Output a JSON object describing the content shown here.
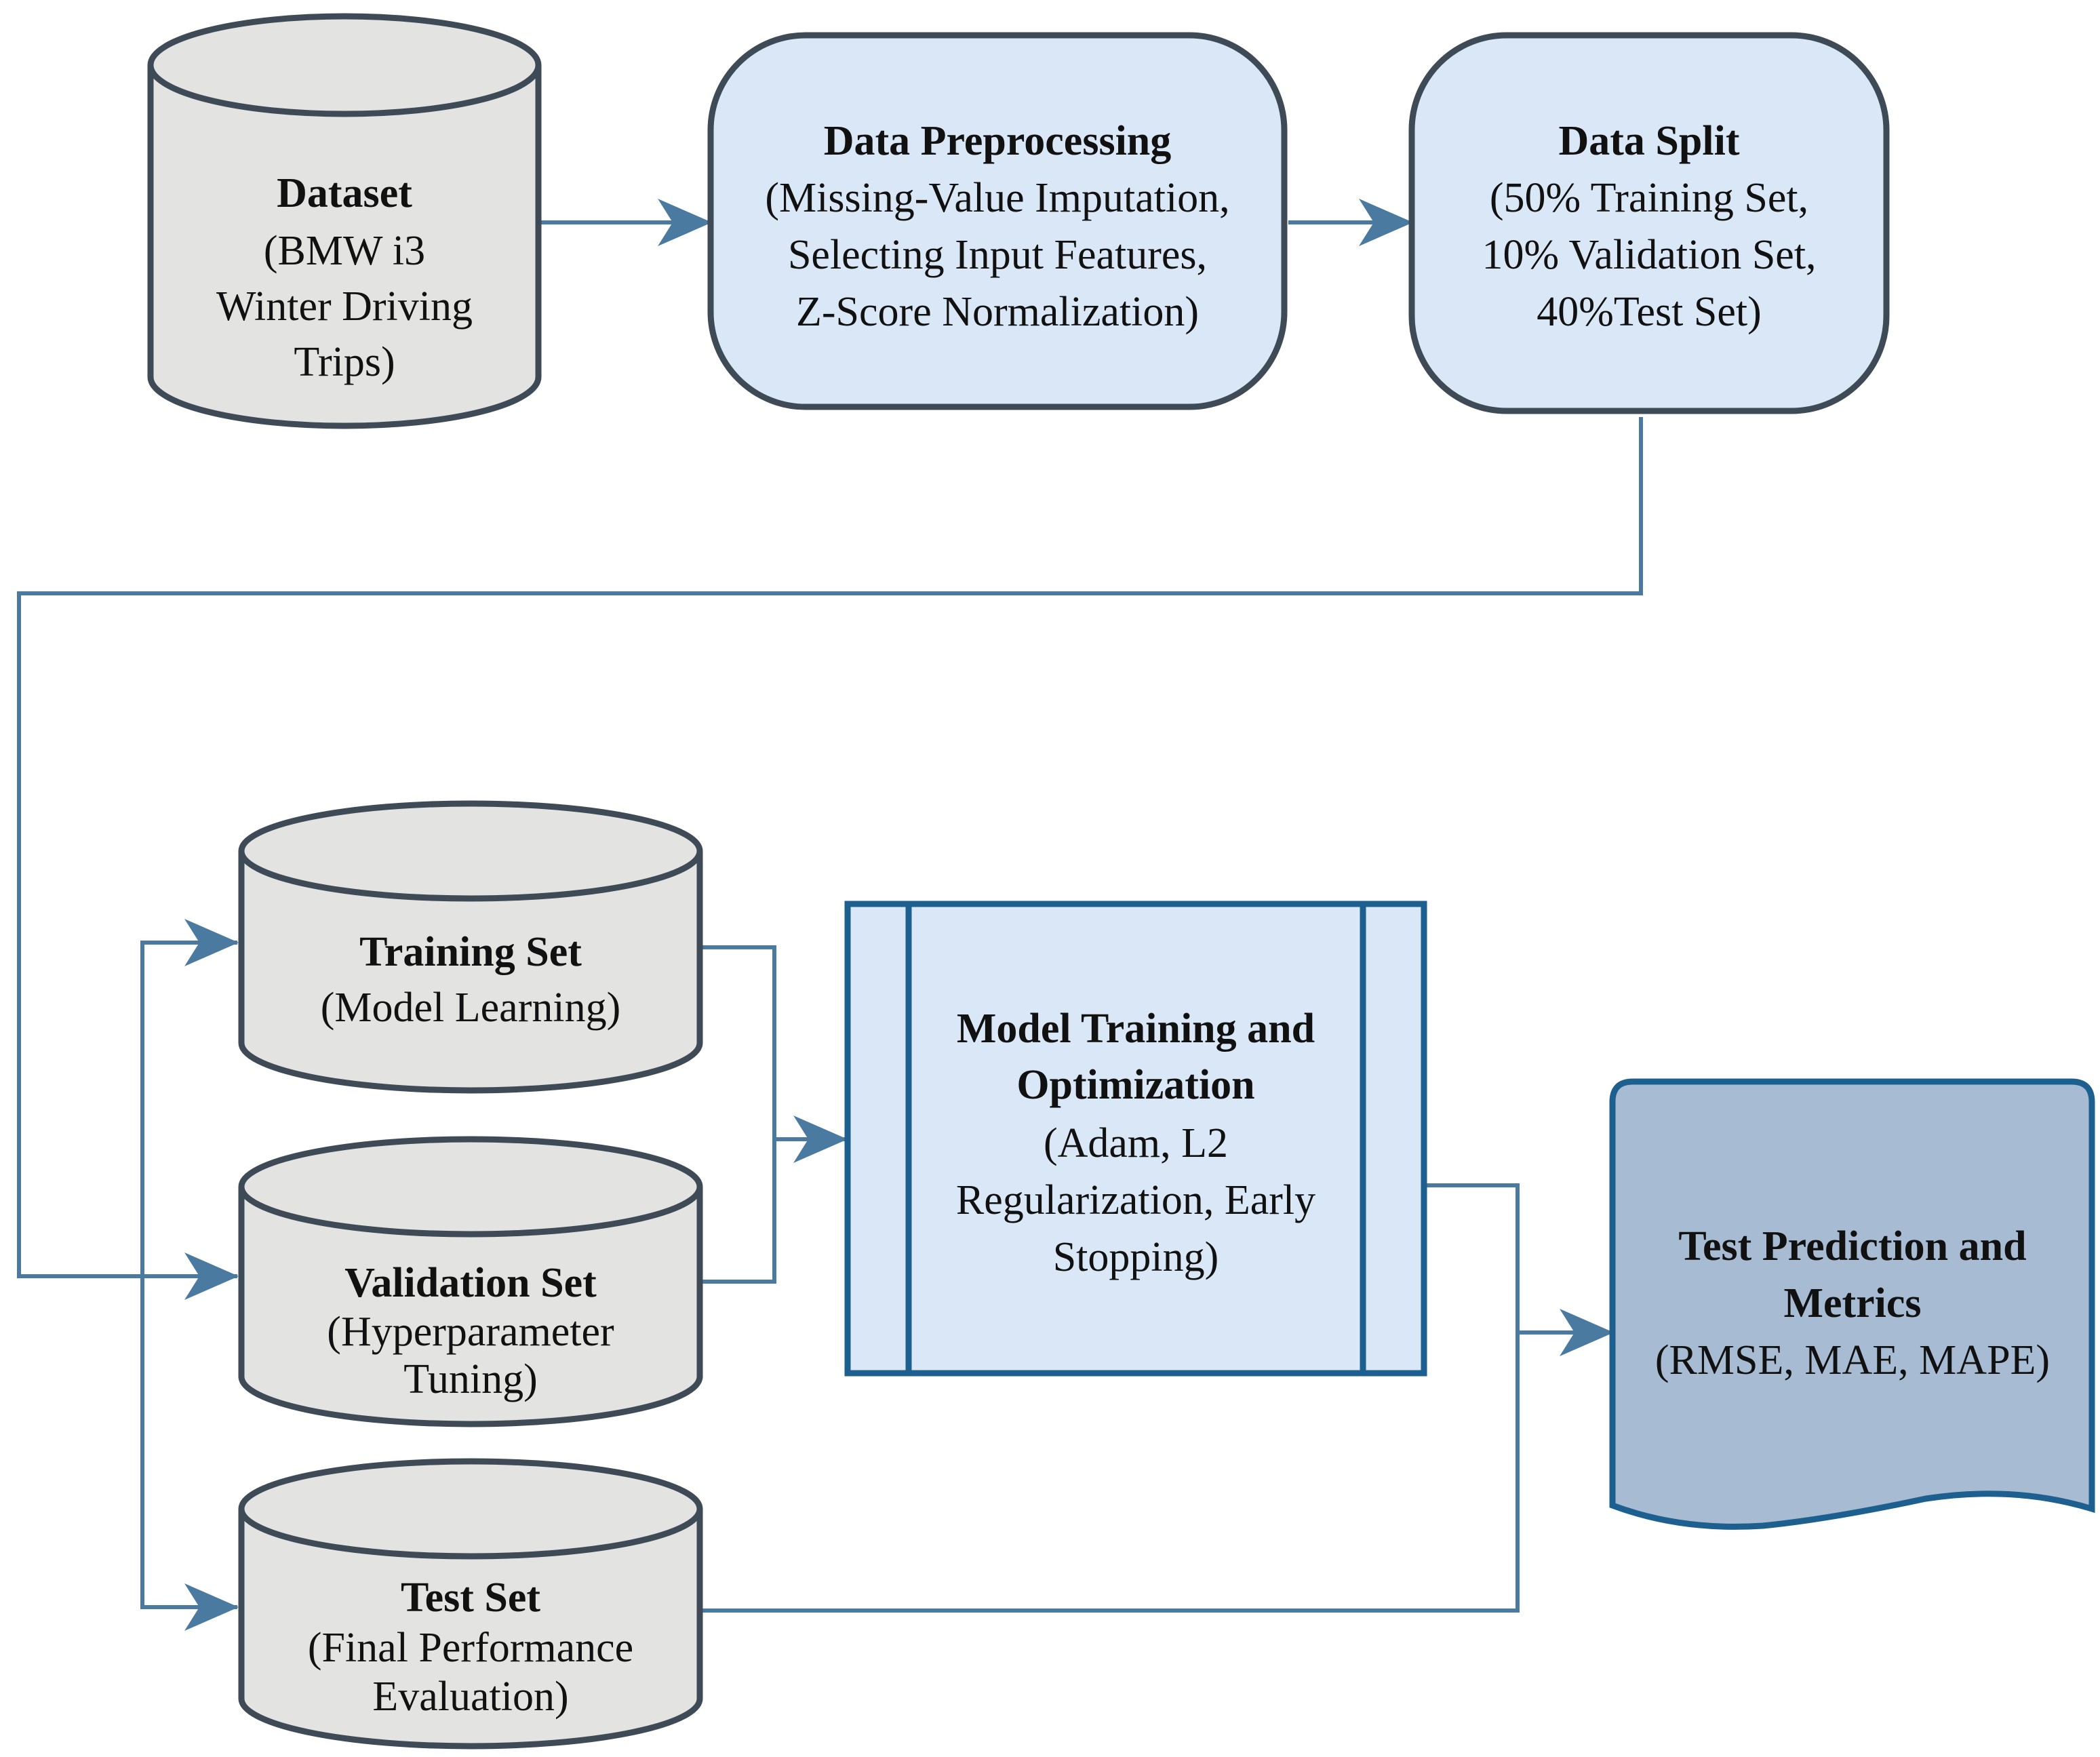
{
  "colors": {
    "cylinder_fill": "#e3e4e1",
    "cylinder_stroke": "#3f4a57",
    "box_fill": "#dae7f7",
    "box_stroke": "#3f4a57",
    "process_stroke": "#1d5f8f",
    "document_fill": "#a7bcd3",
    "document_stroke": "#1d5f8f",
    "connector": "#4a7aa0"
  },
  "nodes": {
    "dataset": {
      "title": "Dataset",
      "lines": [
        "(BMW i3",
        "Winter Driving",
        "Trips)"
      ]
    },
    "preprocessing": {
      "title": "Data Preprocessing",
      "lines": [
        "(Missing-Value Imputation,",
        "Selecting Input Features,",
        "Z-Score Normalization)"
      ]
    },
    "split": {
      "title": "Data Split",
      "lines": [
        "(50% Training Set,",
        "10% Validation Set,",
        "40%Test Set)"
      ]
    },
    "training": {
      "title": "Training Set",
      "lines": [
        "(Model Learning)"
      ]
    },
    "validation": {
      "title": "Validation Set",
      "lines": [
        "(Hyperparameter",
        "Tuning)"
      ]
    },
    "test": {
      "title": "Test Set",
      "lines": [
        "(Final Performance",
        "Evaluation)"
      ]
    },
    "model": {
      "title_lines": [
        "Model Training and",
        "Optimization"
      ],
      "lines": [
        "(Adam, L2",
        "Regularization, Early",
        "Stopping)"
      ]
    },
    "metrics": {
      "title_lines": [
        "Test Prediction and",
        "Metrics"
      ],
      "lines": [
        "(RMSE, MAE, MAPE)"
      ]
    }
  }
}
